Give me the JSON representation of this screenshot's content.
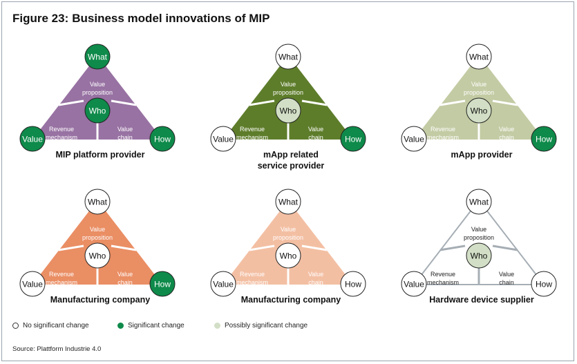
{
  "figure": {
    "number": "Figure 23:",
    "title": "Business model innovations of MIP"
  },
  "labels": {
    "what": "What",
    "who": "Who",
    "value": "Value",
    "how": "How",
    "value_proposition": [
      "Value",
      "proposition"
    ],
    "revenue_mechanism": [
      "Revenue",
      "mechanism"
    ],
    "value_chain": [
      "Value",
      "chain"
    ]
  },
  "colors": {
    "significant": "#0e8a4a",
    "possibly_significant": "#d2dfc6",
    "no_change": "#ffffff"
  },
  "panels": [
    {
      "name": [
        "MIP platform provider"
      ],
      "triangle_color": "#9872a3",
      "inner_text": "#ffffff",
      "divider": "#ffffff",
      "status": {
        "what": "significant",
        "who": "significant",
        "value": "significant",
        "how": "significant"
      }
    },
    {
      "name": [
        "mApp related",
        "service provider"
      ],
      "triangle_color": "#5e7d2b",
      "inner_text": "#ffffff",
      "divider": "#ffffff",
      "status": {
        "what": "no_change",
        "who": "possibly_significant",
        "value": "no_change",
        "how": "significant"
      }
    },
    {
      "name": [
        "mApp provider"
      ],
      "triangle_color": "#c3cba4",
      "inner_text": "#ffffff",
      "divider": "#ffffff",
      "status": {
        "what": "no_change",
        "who": "possibly_significant",
        "value": "no_change",
        "how": "significant"
      }
    },
    {
      "name": [
        "Manufacturing company"
      ],
      "triangle_color": "#ea8e64",
      "inner_text": "#ffffff",
      "divider": "#ffffff",
      "status": {
        "what": "no_change",
        "who": "no_change",
        "value": "no_change",
        "how": "significant"
      }
    },
    {
      "name": [
        "Manufacturing company"
      ],
      "triangle_color": "#f3bfa3",
      "inner_text": "#ffffff",
      "divider": "#ffffff",
      "status": {
        "what": "no_change",
        "who": "no_change",
        "value": "no_change",
        "how": "no_change"
      }
    },
    {
      "name": [
        "Hardware device supplier"
      ],
      "triangle_color": "#ffffff",
      "inner_text": "#222222",
      "divider": "#a6aeb5",
      "outline": "#a6aeb5",
      "status": {
        "what": "no_change",
        "who": "possibly_significant",
        "value": "no_change",
        "how": "no_change"
      }
    }
  ],
  "legend": [
    {
      "key": "no_change",
      "label": "No significant change"
    },
    {
      "key": "significant",
      "label": "Significant change"
    },
    {
      "key": "possibly_significant",
      "label": "Possibly significant change"
    }
  ],
  "source": "Source: Plattform Industrie 4.0"
}
